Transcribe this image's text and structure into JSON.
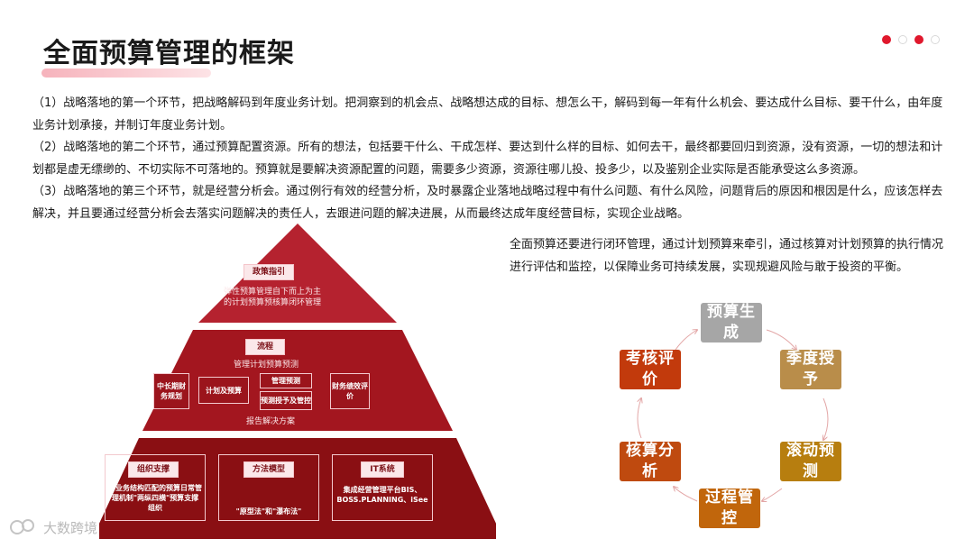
{
  "title": "全面预算管理的框架",
  "paragraphs": [
    "（1）战略落地的第一个环节，把战略解码到年度业务计划。把洞察到的机会点、战略想达成的目标、想怎么干，解码到每一年有什么机会、要达成什么目标、要干什么，由年度业务计划承接，并制订年度业务计划。",
    "（2）战略落地的第二个环节，通过预算配置资源。所有的想法，包括要干什么、干成怎样、要达到什么样的目标、如何去干，最终都要回归到资源，没有资源，一切的想法和计划都是虚无缥缈的、不切实际不可落地的。预算就是要解决资源配置的问题，需要多少资源，资源往哪儿投、投多少，以及鉴别企业实际是否能承受这么多资源。",
    "（3）战略落地的第三个环节，就是经营分析会。通过例行有效的经营分析，及时暴露企业落地战略过程中有什么问题、有什么风险，问题背后的原因和根因是什么，应该怎样去解决，并且要通过经营分析会去落实问题解决的责任人，去跟进问题的解决进展，从而最终达成年度经营目标，实现企业战略。"
  ],
  "side_note": "全面预算还要进行闭环管理，通过计划预算来牵引，通过核算对计划预算的执行情况进行评估和监控，以保障业务可持续发展，实现规避风险与敢于投资的平衡。",
  "pyramid": {
    "tier1": {
      "tag": "政策指引",
      "text": "弹性预算管理自下而上为主的计划预算预核算闭环管理"
    },
    "tier2": {
      "tag": "流程",
      "subtitle": "管理计划预算预测",
      "steps": [
        "中长期财务规划",
        "计划及预算",
        "管理预测",
        "预测授予及管控",
        "财务绩效评价"
      ],
      "footer": "报告解决方案"
    },
    "tier3": {
      "columns": [
        {
          "tag": "组织支撑",
          "text": "与业务结构匹配的预算日常管理机制\"两纵四横\"预算支撑组织"
        },
        {
          "tag": "方法模型",
          "text": "\"原型法\"和\"瀑布法\""
        },
        {
          "tag": "IT系统",
          "text": "集成经营管理平台BIS、BOSS.PLANNING、iSee"
        }
      ]
    }
  },
  "cycle": {
    "nodes": [
      {
        "label": "预算生成",
        "color": "#a6a6a6"
      },
      {
        "label": "季度授予",
        "color": "#b98d4a"
      },
      {
        "label": "滚动预测",
        "color": "#b77e0f"
      },
      {
        "label": "过程管控",
        "color": "#c1660c"
      },
      {
        "label": "核算分析",
        "color": "#bf4a0f"
      },
      {
        "label": "考核评价",
        "color": "#c23a0c"
      }
    ]
  },
  "watermark": "大数跨境",
  "colors": {
    "accent": "#e0182d",
    "pyramid_top": "#b5222f",
    "pyramid_mid": "#a3161f",
    "pyramid_base": "#8a0f13"
  }
}
